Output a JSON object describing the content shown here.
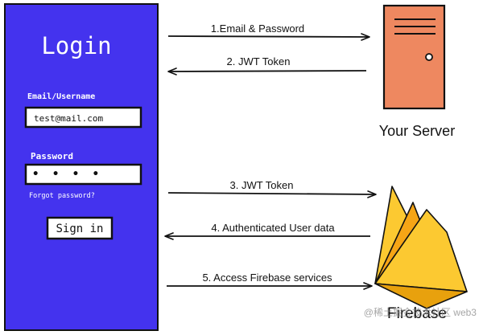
{
  "login": {
    "title": "Login",
    "email_label": "Email/Username",
    "email_value": "test@mail.com",
    "password_label": "Password",
    "password_value": "• • • •",
    "forgot_label": "Forgot password?",
    "signin_label": "Sign in"
  },
  "server": {
    "label": "Your Server"
  },
  "firebase": {
    "label": "Firebase"
  },
  "watermark": {
    "text": "@稀土掘金技术社区 web3"
  },
  "arrows": [
    {
      "label": "1.Email & Password"
    },
    {
      "label": "2. JWT Token"
    },
    {
      "label": "3. JWT Token"
    },
    {
      "label": "4. Authenticated User data"
    },
    {
      "label": "5. Access Firebase services"
    }
  ],
  "colors": {
    "login_panel": "#4433ee",
    "server_body": "#ee8860",
    "firebase_yellow": "#fcc931",
    "firebase_orange": "#f6a516",
    "firebase_dark": "#e8a10d"
  }
}
